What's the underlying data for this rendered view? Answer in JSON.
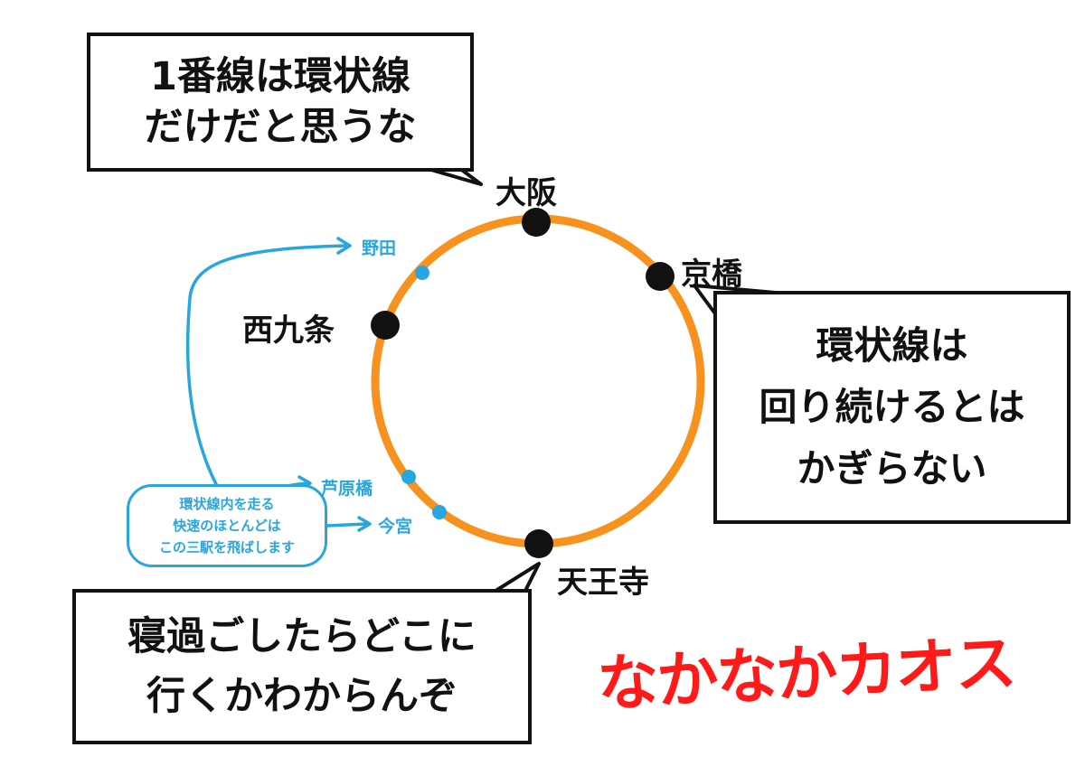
{
  "colors": {
    "ring": "#f7921e",
    "major_station": "#111111",
    "minor_station": "#27a6e0",
    "note_text": "#27a6e0",
    "chaos_text": "#ff1a1a"
  },
  "bubbles": {
    "top_left": {
      "line1": "1番線は環状線",
      "line2": "だけだと思うな"
    },
    "right": {
      "line1": "環状線は",
      "line2": "回り続けるとは",
      "line3": "かぎらない"
    },
    "bottom_left": {
      "line1": "寝過ごしたらどこに",
      "line2": "行くかわからんぞ"
    }
  },
  "stations": {
    "osaka": "大阪",
    "kyobashi": "京橋",
    "nishikujo": "西九条",
    "tennoji": "天王寺",
    "noda": "野田",
    "ashiharabashi": "芦原橋",
    "imamiya": "今宮"
  },
  "note": {
    "line1": "環状線内を走る",
    "line2": "快速のほとんどは",
    "line3": "この三駅を飛ばします"
  },
  "caption": "なかなかカオス"
}
